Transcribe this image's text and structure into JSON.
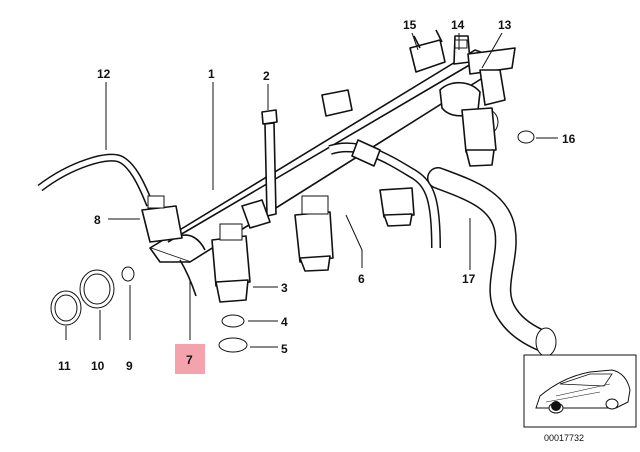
{
  "callouts": {
    "c1": "1",
    "c2": "2",
    "c3": "3",
    "c4": "4",
    "c5": "5",
    "c6": "6",
    "c7": "7",
    "c8": "8",
    "c9": "9",
    "c10": "10",
    "c11": "11",
    "c12": "12",
    "c13": "13",
    "c14": "14",
    "c15": "15",
    "c16": "16",
    "c17": "17"
  },
  "inset": {
    "diagram_id": "00017732"
  },
  "colors": {
    "highlight": "#f4a3ad",
    "ink": "#111111",
    "background": "#ffffff"
  }
}
